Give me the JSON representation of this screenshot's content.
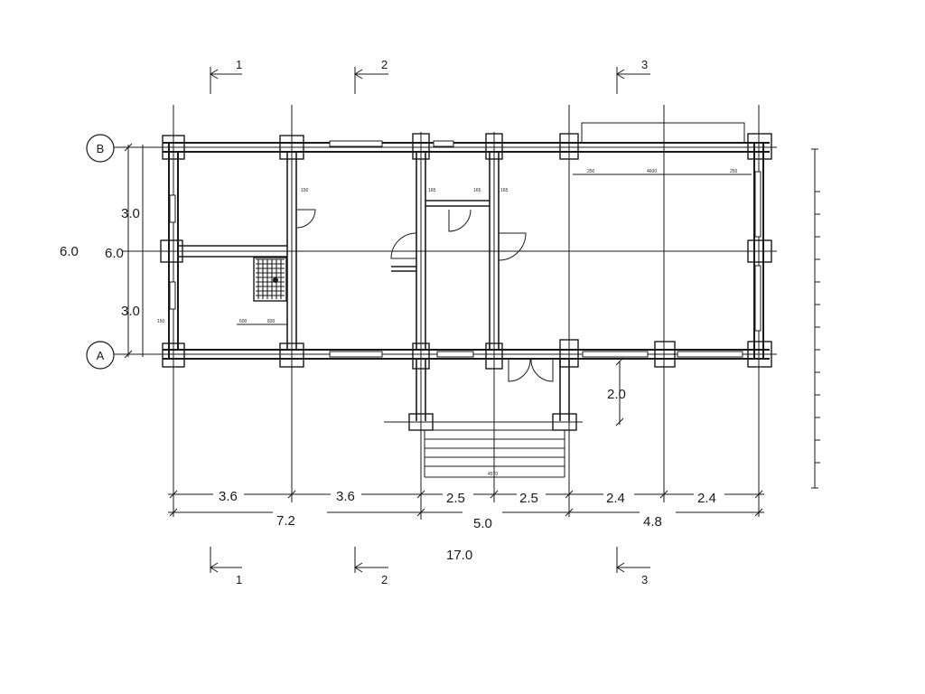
{
  "axes": {
    "b": "B",
    "a": "A"
  },
  "sections": {
    "s1": "1",
    "s2": "2",
    "s3": "3"
  },
  "dims": {
    "left_top": "3.0",
    "left_total": "6.0",
    "left_inner": "6.0",
    "left_bottom": "3.0",
    "porch": "2.0",
    "seg1": "3.6",
    "seg2": "3.6",
    "seg3": "2.5",
    "seg4": "2.5",
    "seg5": "2.4",
    "seg6": "2.4",
    "grp1": "7.2",
    "grp2": "5.0",
    "grp3": "4.8",
    "total": "17.0"
  },
  "small_dims": {
    "a": "150",
    "b": "165",
    "c": "165",
    "d": "165",
    "e": "150",
    "f": "250",
    "g": "4600",
    "h": "250",
    "i": "600",
    "j": "830",
    "k": "4570"
  },
  "colors": {
    "line": "#1a1a1a",
    "background": "#ffffff"
  }
}
